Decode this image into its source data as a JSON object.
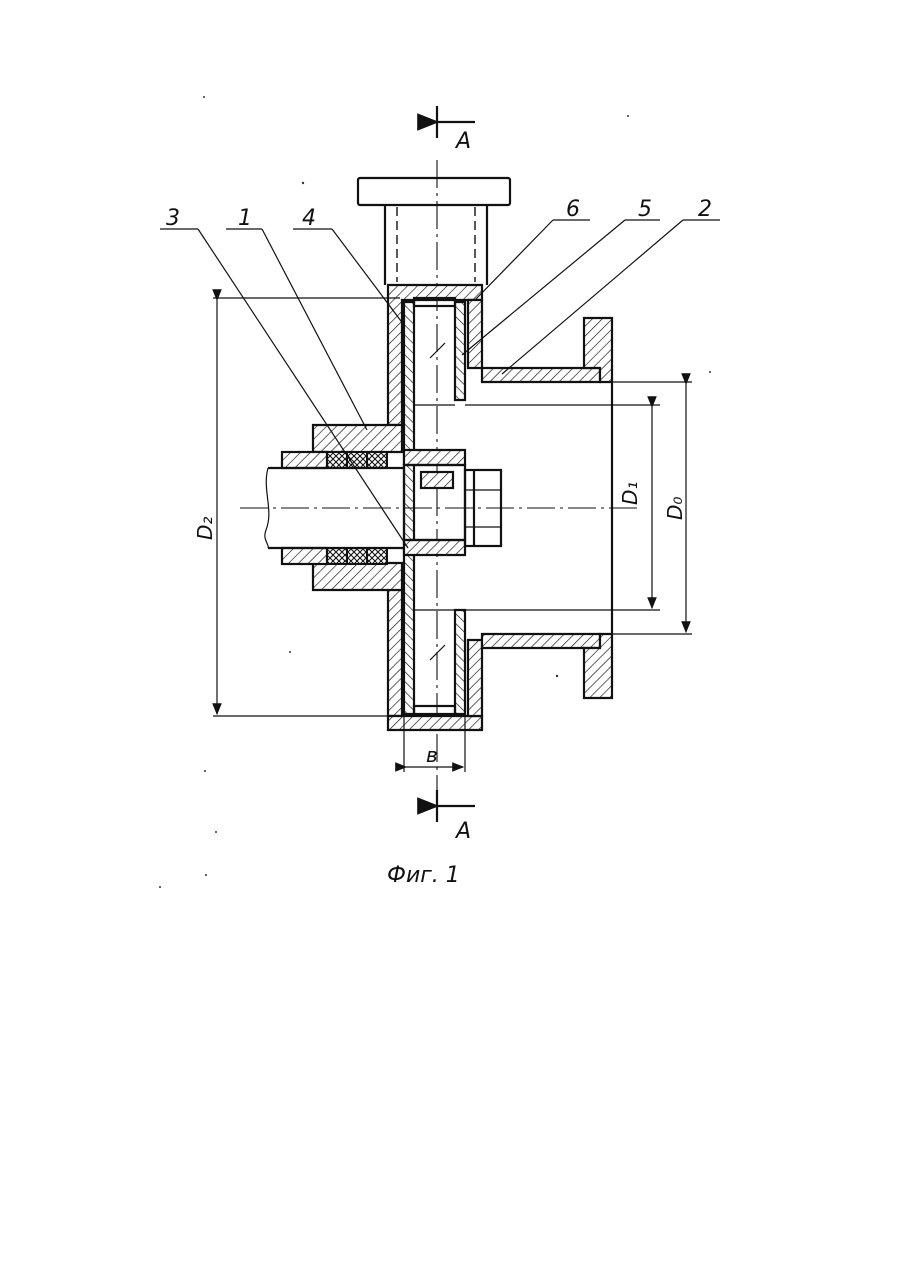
{
  "section_marks": {
    "top": "A",
    "bottom": "A"
  },
  "callouts": [
    "3",
    "1",
    "4",
    "6",
    "5",
    "2"
  ],
  "dimensions": {
    "d2": "D₂",
    "d1": "D₁",
    "d0": "D₀",
    "b": "в"
  },
  "caption": "Фиг. 1",
  "colors": {
    "ink": "#111111",
    "paper": "#ffffff"
  }
}
